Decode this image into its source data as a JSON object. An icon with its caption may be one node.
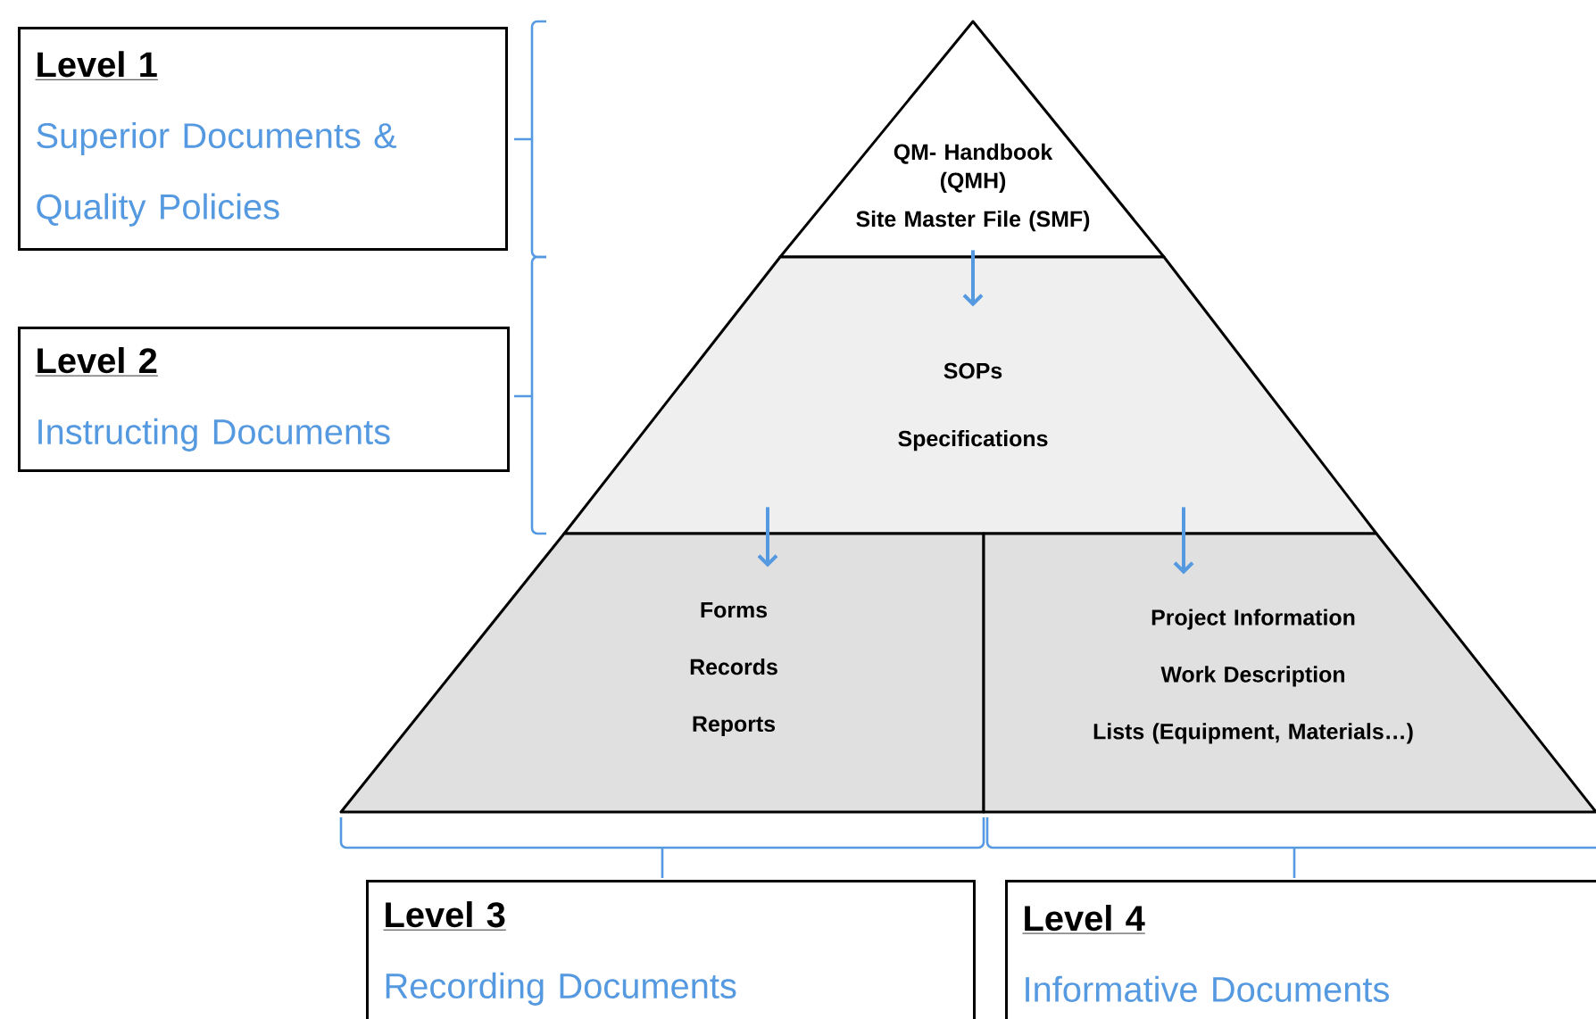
{
  "diagram": {
    "nodes": [
      {
        "text": [
          "Level 1",
          "Superior Documents & Quality Policies"
        ]
      },
      {
        "text": [
          "Level 2",
          "Instructing Documents"
        ]
      },
      {
        "text": [
          "QM- Handbook (QMH)",
          "Site Master File (SMF)"
        ]
      },
      {
        "text": [
          "SOPs",
          "Specifications"
        ]
      },
      {
        "text": [
          "Forms",
          "Records",
          "Reports"
        ]
      },
      {
        "text": [
          "Project Information",
          "Work Description",
          "Lists (Equipment, Materials…)"
        ]
      },
      {
        "text": [
          "Level 3",
          "Recording Documents"
        ]
      },
      {
        "text": [
          "Level 4",
          "Informative Documents"
        ]
      }
    ],
    "edges": [
      {
        "from": 2,
        "to": 3,
        "arrow": "to"
      },
      {
        "from": 3,
        "to": 4,
        "arrow": "to"
      },
      {
        "from": 3,
        "to": 5,
        "arrow": "to"
      }
    ]
  }
}
